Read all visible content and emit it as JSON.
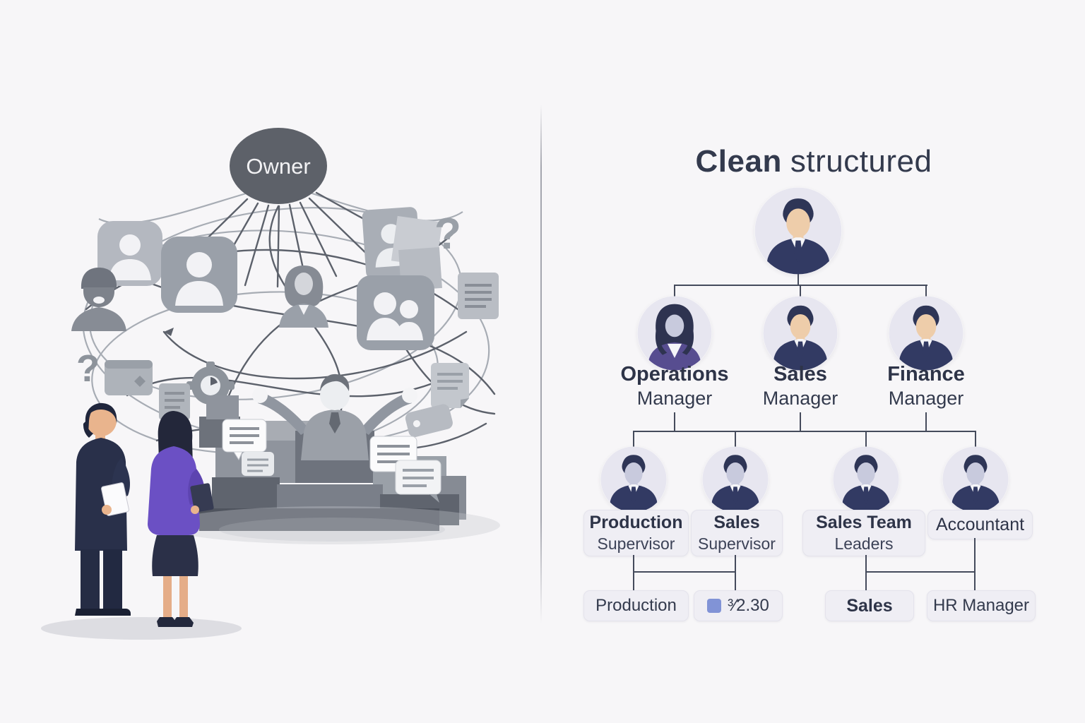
{
  "left": {
    "owner_label": "Owner",
    "icons": [
      "person-icon",
      "person-icon",
      "woman-silhouette-icon",
      "bearded-man-icon",
      "group-icon",
      "id-card-icon",
      "paper-sheets-icon",
      "document-icon",
      "question-mark-icon",
      "question-mark-icon",
      "folder-icon",
      "clock-gear-icon",
      "note-icon",
      "tag-icon",
      "speech-bubble-icon",
      "gear-icon",
      "gear-icon",
      "overwhelmed-man-figure",
      "businessman-with-tablet",
      "businesswoman-with-tablet"
    ]
  },
  "right": {
    "title": {
      "word1": "Clean",
      "word2": "structured"
    },
    "managers": [
      {
        "line1": "Operations",
        "line2": "Manager",
        "avatar": "woman"
      },
      {
        "line1": "Sales",
        "line2": "Manager",
        "avatar": "man"
      },
      {
        "line1": "Finance",
        "line2": "Manager",
        "avatar": "man"
      }
    ],
    "supervisors": [
      {
        "line1": "Production",
        "line2": "Supervisor"
      },
      {
        "line1": "Sales",
        "line2": "Supervisor"
      },
      {
        "line1": "Sales Team",
        "line2": "Leaders"
      },
      {
        "line1": "Accountant"
      }
    ],
    "bottom": [
      {
        "label": "Production"
      },
      {
        "label": "³⁄2.30",
        "icon": "blue-square-icon"
      },
      {
        "label": "Sales"
      },
      {
        "label": "HR Manager"
      }
    ]
  },
  "colors": {
    "background": "#f7f6f8",
    "ink": "#2e3448",
    "connector_line": "#454b5c",
    "box_background": "#efeef4",
    "avatar_background": "#e7e6f0",
    "suit_navy": "#323a63",
    "skin_tan": "#eecdaa",
    "skin_lavender": "#c8cadd",
    "purple_jacket": "#574d90",
    "observer_purple": "#6b50c4",
    "blue_square": "#8193d6",
    "owner_ellipse": "#5d6169"
  }
}
